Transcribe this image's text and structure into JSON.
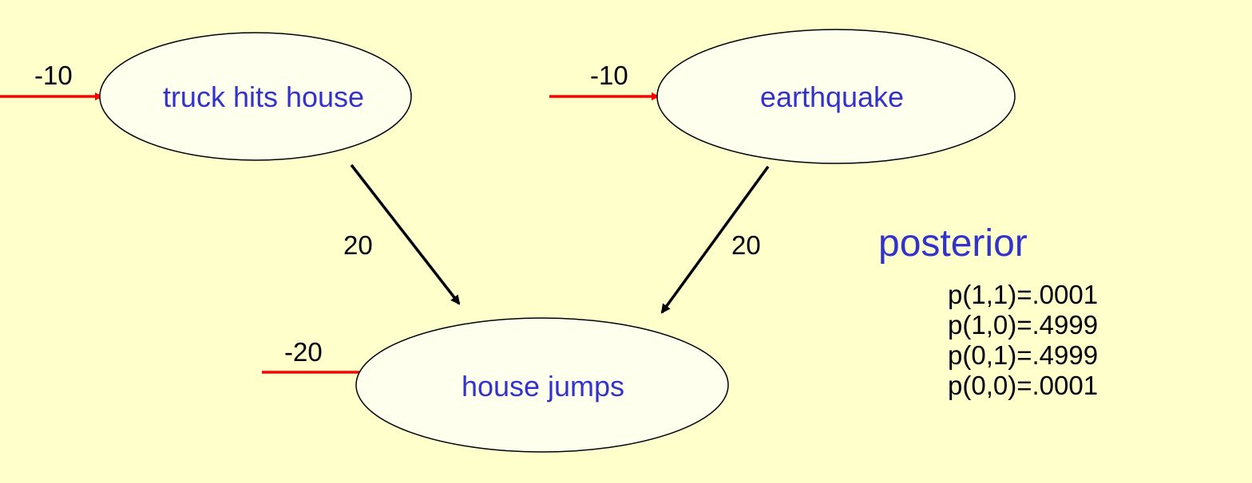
{
  "colors": {
    "background": "#FFFFCC",
    "node_fill": "#FFFFEE",
    "node_text": "#3333CC",
    "bias_arrow": "#FF0000",
    "edge_arrow": "#000000",
    "posterior_title": "#3333CC"
  },
  "nodes": [
    {
      "id": "truck",
      "label": "truck hits house",
      "bias": "-10"
    },
    {
      "id": "earthquake",
      "label": "earthquake",
      "bias": "-10"
    },
    {
      "id": "house",
      "label": "house jumps",
      "bias": "-20"
    }
  ],
  "edges": [
    {
      "from": "truck",
      "to": "house",
      "weight": "20"
    },
    {
      "from": "earthquake",
      "to": "house",
      "weight": "20"
    }
  ],
  "posterior": {
    "title": "posterior",
    "entries": [
      "p(1,1)=.0001",
      "p(1,0)=.4999",
      "p(0,1)=.4999",
      "p(0,0)=.0001"
    ]
  }
}
